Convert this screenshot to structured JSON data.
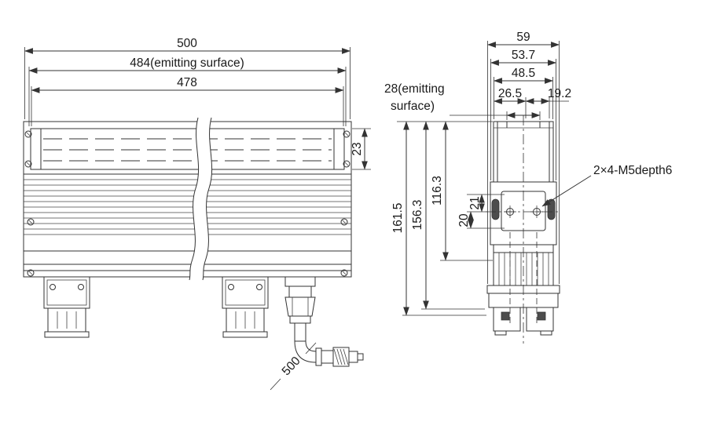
{
  "drawing": {
    "front_view": {
      "dims": {
        "overall_width": "500",
        "emitting_width": "484(emitting surface)",
        "inner_width": "478",
        "window_height": "23",
        "cable_length": "500"
      }
    },
    "side_view": {
      "dims": {
        "emitting_depth_line1": "28(emitting",
        "emitting_depth_line2": "surface)",
        "overall_height": "161.5",
        "height_2": "156.3",
        "height_3": "116.3",
        "overall_width": "59",
        "width_2": "53.7",
        "width_3": "48.5",
        "width_4": "26.5",
        "width_5": "19.2",
        "hole_pitch_upper": "21",
        "hole_pitch_lower": "20"
      },
      "labels": {
        "mounting_holes": "2×4-M5depth6"
      }
    },
    "colors": {
      "line": "#333333",
      "background": "#ffffff",
      "slot_fill": "#4d4d4d"
    }
  }
}
